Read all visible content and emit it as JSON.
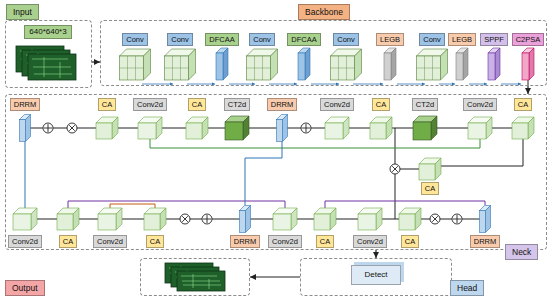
{
  "diagram": {
    "nodes": [
      {
        "text": [
          "Input"
        ]
      },
      {
        "text": [
          "640*640*3"
        ],
        "in": 0
      },
      {
        "text": [
          "Backbone"
        ]
      },
      {
        "text": [
          "Conv"
        ],
        "in": 2
      },
      {
        "text": [
          "Conv"
        ],
        "in": 2
      },
      {
        "text": [
          "DFCAA"
        ],
        "in": 2
      },
      {
        "text": [
          "Conv"
        ],
        "in": 2
      },
      {
        "text": [
          "DFCAA"
        ],
        "in": 2
      },
      {
        "text": [
          "Conv"
        ],
        "in": 2
      },
      {
        "text": [
          "LEGB"
        ],
        "in": 2
      },
      {
        "text": [
          "Conv"
        ],
        "in": 2
      },
      {
        "text": [
          "LEGB"
        ],
        "in": 2
      },
      {
        "text": [
          "SPPF"
        ],
        "in": 2
      },
      {
        "text": [
          "C2PSA"
        ],
        "in": 2
      },
      {
        "text": [
          "Neck"
        ]
      },
      {
        "text": [
          "DRRM"
        ],
        "in": 14
      },
      {
        "text": [
          "CA"
        ],
        "in": 14
      },
      {
        "text": [
          "Conv2d"
        ],
        "in": 14
      },
      {
        "text": [
          "CA"
        ],
        "in": 14
      },
      {
        "text": [
          "CT2d"
        ],
        "in": 14
      },
      {
        "text": [
          "DRRM"
        ],
        "in": 14
      },
      {
        "text": [
          "Conv2d"
        ],
        "in": 14
      },
      {
        "text": [
          "CA"
        ],
        "in": 14
      },
      {
        "text": [
          "CT2d"
        ],
        "in": 14
      },
      {
        "text": [
          "Conv2d"
        ],
        "in": 14
      },
      {
        "text": [
          "CA"
        ],
        "in": 14
      },
      {
        "text": [
          "CA"
        ],
        "in": 14
      },
      {
        "text": [
          "Conv2d"
        ],
        "in": 14
      },
      {
        "text": [
          "CA"
        ],
        "in": 14
      },
      {
        "text": [
          "Conv2d"
        ],
        "in": 14
      },
      {
        "text": [
          "CA"
        ],
        "in": 14
      },
      {
        "text": [
          "DRRM"
        ],
        "in": 14
      },
      {
        "text": [
          "Conv2d"
        ],
        "in": 14
      },
      {
        "text": [
          "CA"
        ],
        "in": 14
      },
      {
        "text": [
          "Conv2d"
        ],
        "in": 14
      },
      {
        "text": [
          "CA"
        ],
        "in": 14
      },
      {
        "text": [
          "DRRM"
        ],
        "in": 14
      },
      {
        "text": [
          "Output"
        ]
      },
      {
        "text": [
          "Head"
        ]
      },
      {
        "text": [
          "Detect"
        ],
        "in": 38
      }
    ],
    "edges": [
      {
        "from": 0,
        "to": 2,
        "arrow": "to"
      },
      {
        "from": 2,
        "to": 14,
        "arrow": "to"
      },
      {
        "from": 14,
        "to": 38,
        "arrow": "to"
      },
      {
        "from": 38,
        "to": 37,
        "arrow": "to"
      }
    ]
  }
}
